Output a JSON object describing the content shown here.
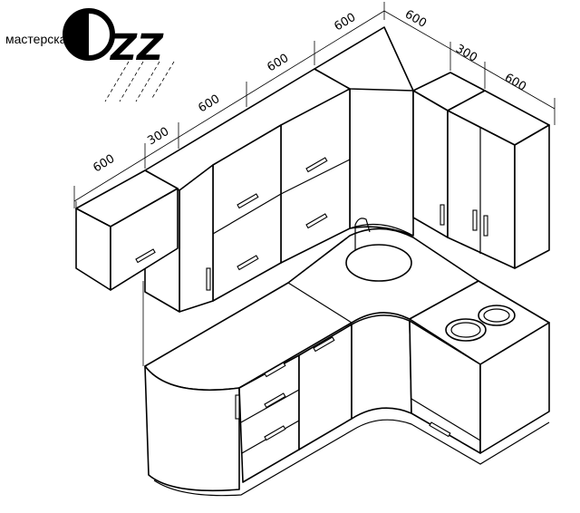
{
  "brand": {
    "prefix": "мастерская",
    "suffix": "ZZ"
  },
  "dimensions": {
    "left_wall": [
      "600",
      "300",
      "600",
      "600",
      "600"
    ],
    "right_wall": [
      "600",
      "300",
      "600"
    ]
  },
  "colors": {
    "line": "#000000",
    "fill": "#ffffff"
  }
}
